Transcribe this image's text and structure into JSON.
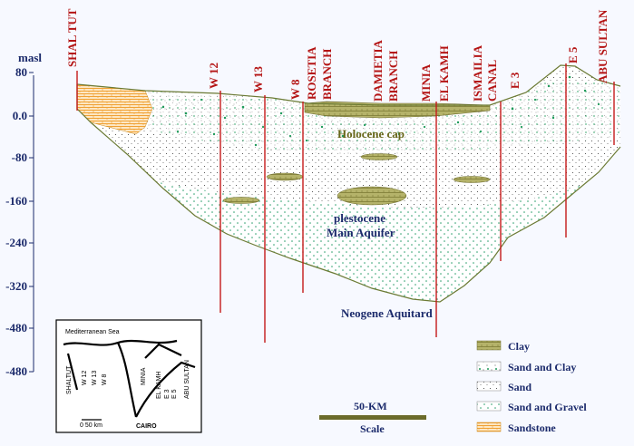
{
  "axis": {
    "unit": "masl",
    "ticks": [
      "80",
      "0.0",
      "-80",
      "-160",
      "-240",
      "-320",
      "-480",
      "-480"
    ]
  },
  "wells": [
    {
      "label": "SHAL TUT"
    },
    {
      "label": "W 12"
    },
    {
      "label": "W 13"
    },
    {
      "label": "W 8"
    },
    {
      "label": "ROSETIA"
    },
    {
      "label": "BRANCH"
    },
    {
      "label": "DAMIETIA"
    },
    {
      "label": "BRANCH"
    },
    {
      "label": "MINIA"
    },
    {
      "label": "EL KAMH"
    },
    {
      "label": "ISMAILIA"
    },
    {
      "label": "CANAL"
    },
    {
      "label": "E 3"
    },
    {
      "label": "E 5"
    },
    {
      "label": "ABU SULTAN"
    }
  ],
  "units": {
    "holocene": "Holocene cap",
    "pleistocene_1": "plestocene",
    "pleistocene_2": "Main Aquifer",
    "neogene": "Neogene Aquitard"
  },
  "legend": [
    {
      "label": "Clay"
    },
    {
      "label": "Sand and Clay"
    },
    {
      "label": "Sand"
    },
    {
      "label": "Sand and Gravel"
    },
    {
      "label": "Sandstone"
    }
  ],
  "scale": {
    "label": "50-KM",
    "caption": "Scale"
  },
  "inset": {
    "sea": "Mediterranean Sea",
    "city": "CAIRO",
    "scale": "0      50 km",
    "wells": [
      "SHALTUT",
      "W 12",
      "W 13",
      "W 8",
      "MINIA",
      "EL KAMH",
      "E 3",
      "E 5",
      "ABU SULTAN"
    ]
  },
  "colors": {
    "background": "#f7f9ff",
    "axis": "#1b2a6b",
    "well_line": "#c41a1a",
    "basin_outline": "#6b7a34",
    "clay": "#a9a75a",
    "sand_clay_dot": "#1e9a5a",
    "sand_dot": "#333333",
    "gravel_dot": "#1f9a6a",
    "sandstone": "#f2a93a",
    "scale_bar": "#6b6b2a"
  }
}
